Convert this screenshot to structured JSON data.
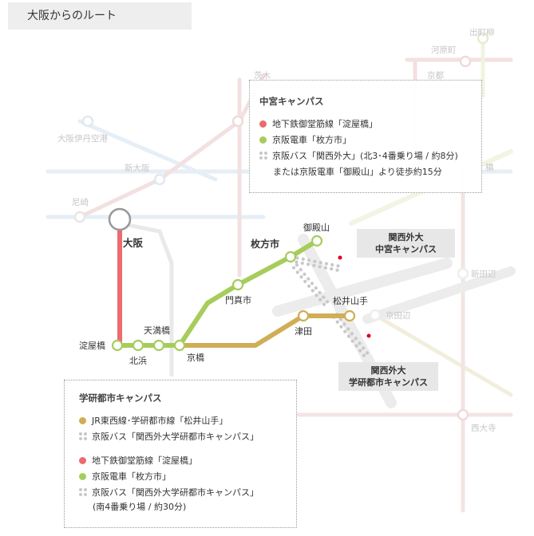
{
  "page": {
    "title": "大阪からのルート"
  },
  "colors": {
    "subway": "#ec6b6e",
    "keihan": "#a6cd5c",
    "jr": "#cfae56",
    "bus": "#c8c8c8",
    "bg_line": "#dedede"
  },
  "background_labels": {
    "demachiyanagi": "出町柳",
    "kawaramachi": "河原町",
    "ibaraki": "茨木",
    "kyoto": "京都",
    "itami": "大阪伊丹空港",
    "shinosaka": "新大阪",
    "amagasaki": "尼崎",
    "shintanabe": "新田辺",
    "kyotanabe": "京田辺",
    "nishiodera": "西大寺",
    "hashi": "橋"
  },
  "stations": {
    "osaka": "大阪",
    "yodoyabashi": "淀屋橋",
    "kitahama": "北浜",
    "tenmabashi": "天満橋",
    "kyobashi": "京橋",
    "kadomashi": "門真市",
    "hirakatashi": "枚方市",
    "gotenyama": "御殿山",
    "tsuda": "津田",
    "matsuiyamate": "松井山手"
  },
  "campus_labels": {
    "nakamiya": [
      "関西外大",
      "中宮キャンパス"
    ],
    "gakken": [
      "関西外大",
      "学研都市キャンパス"
    ]
  },
  "nakamiya_box": {
    "title": "中宮キャンパス",
    "subway": "地下鉄御堂筋線「淀屋橋」",
    "keihan": "京阪電車「枚方市」",
    "bus": "京阪バス「関西外大」(北3･4番乗り場 / 約8分)",
    "alt": "または京阪電車「御殿山」より徒歩約15分"
  },
  "gakken_box": {
    "title": "学研都市キャンパス",
    "jr": "JR東西線･学研都市線「松井山手」",
    "bus1": "京阪バス「関西外大学研都市キャンパス」",
    "subway": "地下鉄御堂筋線「淀屋橋」",
    "keihan": "京阪電車「枚方市」",
    "bus2_line1": "京阪バス「関西外大学研都市キャンパス」",
    "bus2_line2": "(南4番乗り場 / 約30分)"
  }
}
